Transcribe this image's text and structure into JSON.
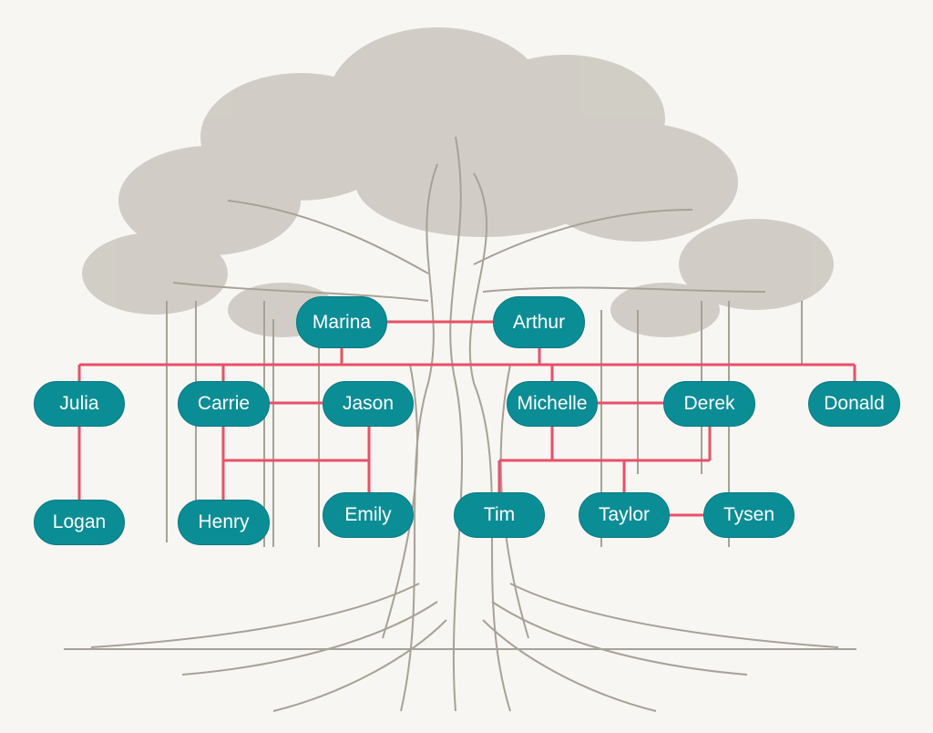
{
  "diagram": {
    "type": "family-tree",
    "colors": {
      "node": "#0b8d96",
      "link": "#ea5068",
      "art": "#a8a196",
      "background": "#f7f6f2"
    },
    "people": {
      "marina": "Marina",
      "arthur": "Arthur",
      "julia": "Julia",
      "carrie": "Carrie",
      "jason": "Jason",
      "michelle": "Michelle",
      "derek": "Derek",
      "donald": "Donald",
      "logan": "Logan",
      "henry": "Henry",
      "emily": "Emily",
      "tim": "Tim",
      "taylor": "Taylor",
      "tysen": "Tysen"
    },
    "couples": [
      [
        "Marina",
        "Arthur"
      ],
      [
        "Carrie",
        "Jason"
      ],
      [
        "Michelle",
        "Derek"
      ],
      [
        "Taylor",
        "Tysen"
      ]
    ],
    "parent_child": [
      {
        "parents": [
          "Marina",
          "Arthur"
        ],
        "children": [
          "Julia",
          "Carrie",
          "Michelle",
          "Donald"
        ]
      },
      {
        "parents": [
          "Julia"
        ],
        "children": [
          "Logan"
        ]
      },
      {
        "parents": [
          "Carrie",
          "Jason"
        ],
        "children": [
          "Henry",
          "Emily"
        ]
      },
      {
        "parents": [
          "Michelle",
          "Derek"
        ],
        "children": [
          "Tim",
          "Taylor"
        ]
      }
    ]
  }
}
